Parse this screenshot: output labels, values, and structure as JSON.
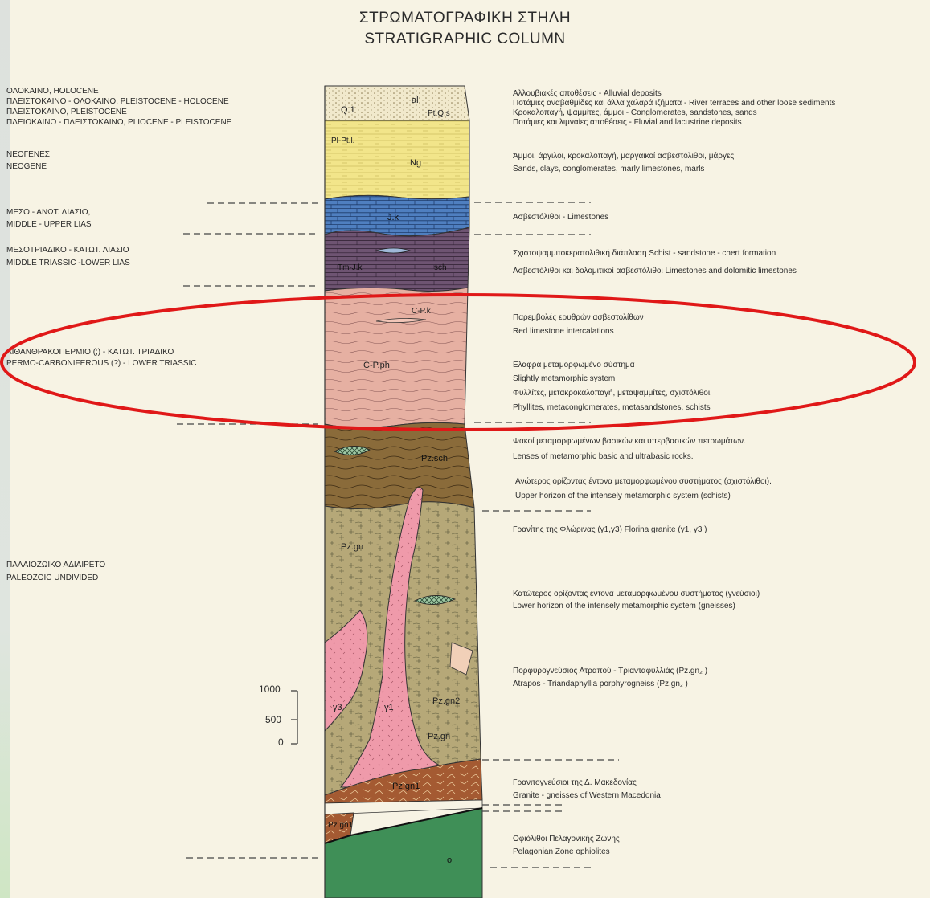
{
  "title": {
    "greek": "ΣΤΡΩΜΑΤΟΓΡΑΦΙΚΗ ΣΤΗΛΗ",
    "english": "STRATIGRAPHIC COLUMN"
  },
  "ages": [
    "ΟΛΟΚΑΙΝΟ, HOLOCENE",
    "ΠΛΕΙΣΤΟΚΑΙΝΟ - ΟΛΟΚΑΙΝΟ, PLEISTOCENE - HOLOCENE",
    "ΠΛΕΙΣΤΟΚΑΙΝΟ, PLEISTOCENE",
    "ΠΛΕΙΟΚΑΙΝΟ - ΠΛΕΙΣΤΟΚΑΙΝΟ, PLIOCENE - PLEISTOCENE",
    "ΝΕΟΓΕΝΕΣ",
    "NEOGENE",
    "ΜΕΣΟ - ΑΝΩΤ. ΛΙΑΣΙΟ,",
    "MIDDLE - UPPER LIAS",
    "ΜΕΣΟΤΡΙΑΔΙΚΟ - ΚΑΤΩΤ. ΛΙΑΣΙΟ",
    "MIDDLE TRIASSIC -LOWER LIAS",
    "ΛΙΘΑΝΘΡΑΚΟΠΕΡΜΙΟ (;) - ΚΑΤΩΤ. ΤΡΙΑΔΙΚΟ",
    "PERMO-CARBONIFEROUS (?) - LOWER TRIASSIC",
    "ΠΑΛΑΙΟΖΩΙΚΟ ΑΔΙΑΙΡΕΤΟ",
    "PALEOZOIC UNDIVIDED"
  ],
  "descriptions": [
    "Αλλουβιακές αποθέσεις - Alluvial deposits",
    "Ποτάμιες αναβαθμίδες και άλλα χαλαρά ιζήματα - River terraces and other loose sediments",
    "Κροκαλοπαγή, ψαμμίτες, άμμοι - Conglomerates, sandstones, sands",
    "Ποτάμιες και λιμναίες αποθέσεις - Fluvial and lacustrine deposits",
    "Άμμοι, άργιλοι, κροκαλοπαγή, μαργαϊκοί ασβεστόλιθοι, μάργες",
    "Sands, clays, conglomerates, marly limestones, marls",
    "Ασβεστόλιθοι - Limestones",
    "Σχιστοψαμμιτοκερατολιθική διάπλαση    Schist - sandstone - chert formation",
    "Ασβεστόλιθοι και δολομιτικοί ασβεστόλιθοι    Limestones and dolomitic limestones",
    "Παρεμβολές ερυθρών ασβεστολίθων",
    "Red limestone intercalations",
    "Ελαφρά μεταμορφωμένο σύστημα",
    "Slightly metamorphic system",
    "Φυλλίτες, μετακροκαλοπαγή, μεταψαμμίτες, σχιστόλιθοι.",
    "Phyllites, metaconglomerates, metasandstones, schists",
    "Φακοί μεταμορφωμένων βασικών και υπερβασικών πετρωμάτων.",
    "Lenses of metamorphic basic and ultrabasic rocks.",
    "Ανώτερος ορίζοντας έντονα μεταμορφωμένου συστήματος (σχιστόλιθοι).",
    "Upper horizon of the intensely metamorphic system (schists)",
    "Γρανίτης της Φλώρινας (γ1,γ3)        Florina granite  (γ1, γ3 )",
    "Κατώτερος ορίζοντας έντονα μεταμορφωμένου συστήματος (γνεύσιοι)",
    "Lower horizon of the intensely metamorphic system (gneisses)",
    "Πορφυρογνεύσιος Ατραπού - Τριανταφυλλιάς  (Pz.gn₂ )",
    "Atrapos - Triandaphyllia porphyrogneiss  (Pz.gn₂ )",
    "Γρανιτογνεύσιοι της Δ. Μακεδονίας",
    "Granite - gneisses of Western Macedonia",
    "Οφιόλιθοι Πελαγονικής Ζώνης",
    "Pelagonian Zone ophiolites"
  ],
  "units": {
    "al": "al",
    "q1": "Q.1",
    "ptqs": "Pt.Q.s",
    "plpt": "Pl-Pt.l.",
    "ng": "Ng",
    "jk": "J.k",
    "tmjk": "Tm-J.k",
    "sch": "sch",
    "cpk": "C-P.k",
    "cpph": "C-P.ph",
    "pzsch": "Pz.sch",
    "pzgn": "Pz.gn",
    "pzgn2": "Pz.gn2",
    "pzgn_low": "Pz.gn",
    "g3": "γ3",
    "g1": "γ1",
    "pzgn1": "Pz.gn1",
    "pzgn1_low": "Pz.gn1",
    "o": "o"
  },
  "scale": {
    "ticks": [
      "1000",
      "500",
      "0"
    ]
  },
  "colors": {
    "alluvium": "#f3ecd2",
    "neogene": "#f2e58a",
    "limestone_blue": "#4f7fc0",
    "schist_purple": "#6e5472",
    "phyllite_pink": "#e6b0a2",
    "schist_brown": "#8a6b3a",
    "gneiss_olive": "#b6a878",
    "granite_pink": "#ef9aaa",
    "granite_gneiss": "#a45a32",
    "ophiolite_green": "#3f8f57",
    "highlight_red": "#e01818"
  }
}
